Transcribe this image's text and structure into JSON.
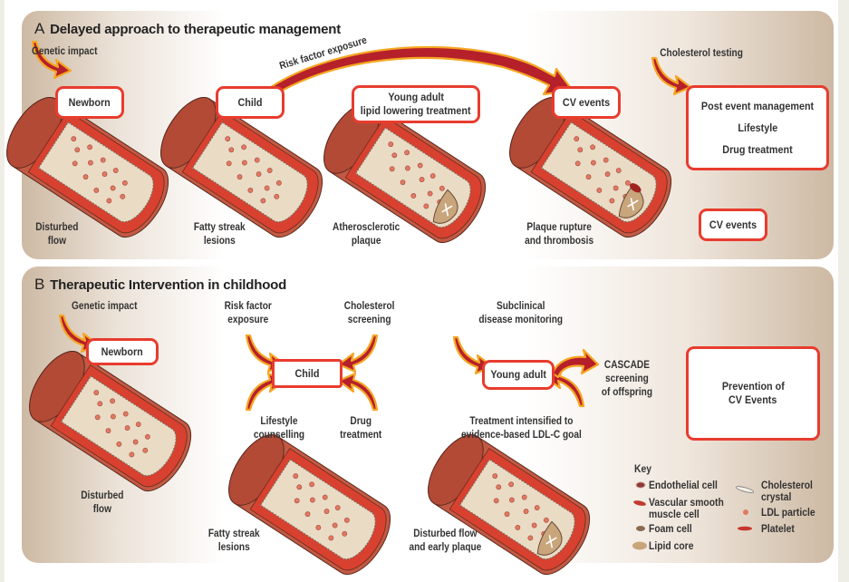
{
  "panel_a": {
    "letter": "A",
    "title": "Delayed approach to therapeutic management",
    "genetic_impact": "Genetic impact",
    "risk_factor_exposure": "Risk factor exposure",
    "cholesterol_testing": "Cholesterol testing",
    "boxes": {
      "newborn": "Newborn",
      "child": "Child",
      "young_adult_line1": "Young adult",
      "young_adult_line2": "lipid lowering treatment",
      "cv_events": "CV events",
      "post_event_line1": "Post event management",
      "post_event_line2": "Lifestyle",
      "post_event_line3": "Drug treatment",
      "cv_events_2": "CV events"
    },
    "vessel_labels": [
      [
        "Disturbed",
        "flow"
      ],
      [
        "Fatty streak",
        "lesions"
      ],
      [
        "Atherosclerotic",
        "plaque"
      ],
      [
        "Plaque rupture",
        "and thrombosis"
      ]
    ]
  },
  "panel_b": {
    "letter": "B",
    "title": "Therapeutic Intervention in childhood",
    "genetic_impact": "Genetic impact",
    "risk_factor_exposure": [
      "Risk factor",
      "exposure"
    ],
    "cholesterol_screening": [
      "Cholesterol",
      "screening"
    ],
    "lifestyle_counselling": [
      "Lifestyle",
      "counselling"
    ],
    "drug_treatment": [
      "Drug",
      "treatment"
    ],
    "subclinical": [
      "Subclinical",
      "disease monitoring"
    ],
    "treatment_intensified": [
      "Treatment intensified to",
      "evidence-based LDL-C goal"
    ],
    "cascade": [
      "CASCADE",
      "screening",
      "of offspring"
    ],
    "boxes": {
      "newborn": "Newborn",
      "child": "Child",
      "young_adult": "Young adult",
      "prevention_line1": "Prevention of",
      "prevention_line2": "CV Events"
    },
    "vessel_labels": [
      [
        "Disturbed",
        "flow"
      ],
      [
        "Fatty streak",
        "lesions"
      ],
      [
        "Disturbed flow",
        "and early plaque"
      ]
    ]
  },
  "key": {
    "title": "Key",
    "items": [
      {
        "icon": "endothelial-cell-icon",
        "label": "Endothelial cell"
      },
      {
        "icon": "vascular-smooth-muscle-cell-icon",
        "label": "Vascular smooth muscle cell",
        "lines": [
          "Vascular smooth",
          "muscle cell"
        ]
      },
      {
        "icon": "foam-cell-icon",
        "label": "Foam cell"
      },
      {
        "icon": "lipid-core-icon",
        "label": "Lipid core"
      },
      {
        "icon": "cholesterol-crystal-icon",
        "label": "Cholesterol crystal",
        "lines": [
          "Cholesterol",
          "crystal"
        ]
      },
      {
        "icon": "ldl-particle-icon",
        "label": "LDL particle"
      },
      {
        "icon": "platelet-icon",
        "label": "Platelet"
      }
    ]
  },
  "colors": {
    "box_border": "#e83c2e",
    "arrow_fill": "#b5202a",
    "arrow_outline": "#f5a623",
    "vessel_outer": "#c0553f",
    "vessel_lumen": "#ead9c2",
    "panel_tan": "#cdb9a3"
  }
}
